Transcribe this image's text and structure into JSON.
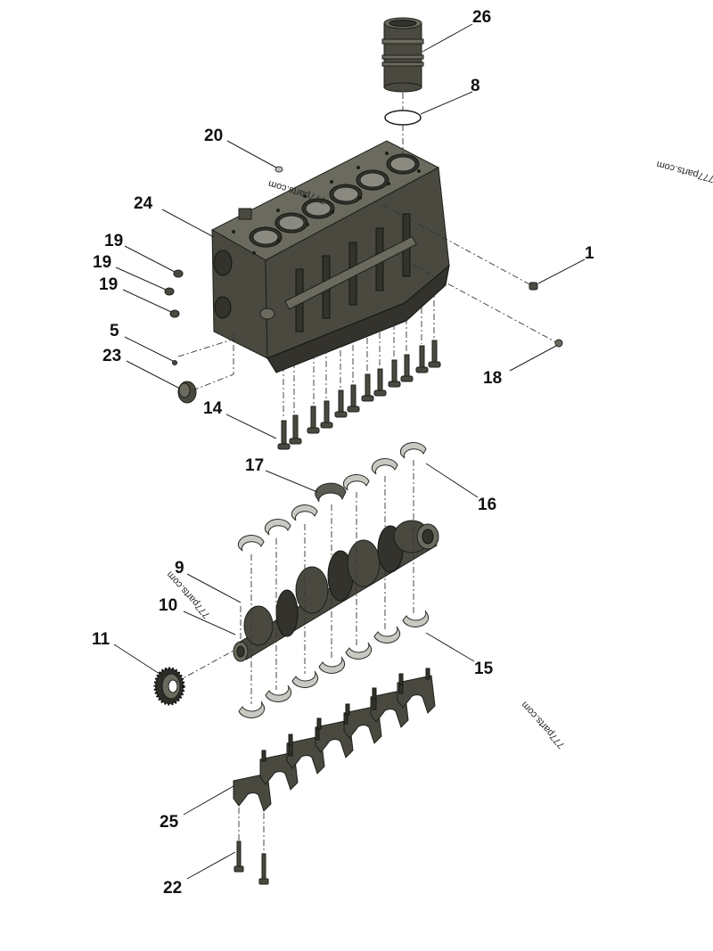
{
  "watermark": "777parts.com",
  "callouts": [
    {
      "id": "26",
      "label": "26"
    },
    {
      "id": "8",
      "label": "8"
    },
    {
      "id": "20",
      "label": "20"
    },
    {
      "id": "24",
      "label": "24"
    },
    {
      "id": "19a",
      "label": "19"
    },
    {
      "id": "19b",
      "label": "19"
    },
    {
      "id": "19c",
      "label": "19"
    },
    {
      "id": "1",
      "label": "1"
    },
    {
      "id": "5",
      "label": "5"
    },
    {
      "id": "23",
      "label": "23"
    },
    {
      "id": "18",
      "label": "18"
    },
    {
      "id": "14",
      "label": "14"
    },
    {
      "id": "17",
      "label": "17"
    },
    {
      "id": "16",
      "label": "16"
    },
    {
      "id": "9",
      "label": "9"
    },
    {
      "id": "10",
      "label": "10"
    },
    {
      "id": "11",
      "label": "11"
    },
    {
      "id": "15",
      "label": "15"
    },
    {
      "id": "25",
      "label": "25"
    },
    {
      "id": "22",
      "label": "22"
    }
  ],
  "colors": {
    "part": "#4a4940",
    "line": "#222222",
    "text": "#111111",
    "background": "#ffffff"
  }
}
